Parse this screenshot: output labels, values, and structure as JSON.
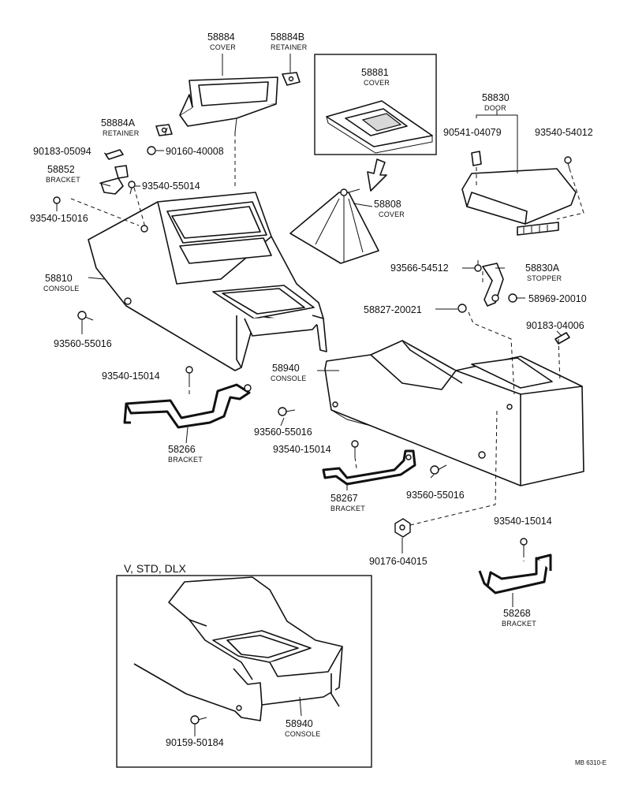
{
  "parts": {
    "p58884": {
      "number": "58884",
      "name": "COVER"
    },
    "p58884b": {
      "number": "58884B",
      "name": "RETAINER"
    },
    "p58884a": {
      "number": "58884A",
      "name": "RETAINER"
    },
    "p58881": {
      "number": "58881",
      "name": "COVER"
    },
    "p58830": {
      "number": "58830",
      "name": "DOOR"
    },
    "p58852": {
      "number": "58852",
      "name": "BRACKET"
    },
    "p58808": {
      "number": "58808",
      "name": "COVER"
    },
    "p58830a": {
      "number": "58830A",
      "name": "STOPPER"
    },
    "p58810": {
      "number": "58810",
      "name": "CONSOLE"
    },
    "p58940": {
      "number": "58940",
      "name": "CONSOLE"
    },
    "p58266": {
      "number": "58266",
      "name": "BRACKET"
    },
    "p58267": {
      "number": "58267",
      "name": "BRACKET"
    },
    "p58268": {
      "number": "58268",
      "name": "BRACKET"
    },
    "p58940b": {
      "number": "58940",
      "name": "CONSOLE"
    }
  },
  "fasteners": {
    "f90183_05094": "90183-05094",
    "f90160_40008": "90160-40008",
    "f93540_55014": "93540-55014",
    "f93540_15016": "93540-15016",
    "f90541_04079": "90541-04079",
    "f93540_54012": "93540-54012",
    "f93566_54512": "93566-54512",
    "f58969_20010": "58969-20010",
    "f58827_20021": "58827-20021",
    "f90183_04006": "90183-04006",
    "f93560_55016_a": "93560-55016",
    "f93540_15014_a": "93540-15014",
    "f93560_55016_b": "93560-55016",
    "f93540_15014_b": "93540-15014",
    "f93560_55016_c": "93560-55016",
    "f90176_04015": "90176-04015",
    "f93540_15014_c": "93540-15014",
    "f90159_50184": "90159-50184"
  },
  "inset": {
    "title": "V, STD, DLX"
  },
  "drawing_code": "MB 6310-E"
}
